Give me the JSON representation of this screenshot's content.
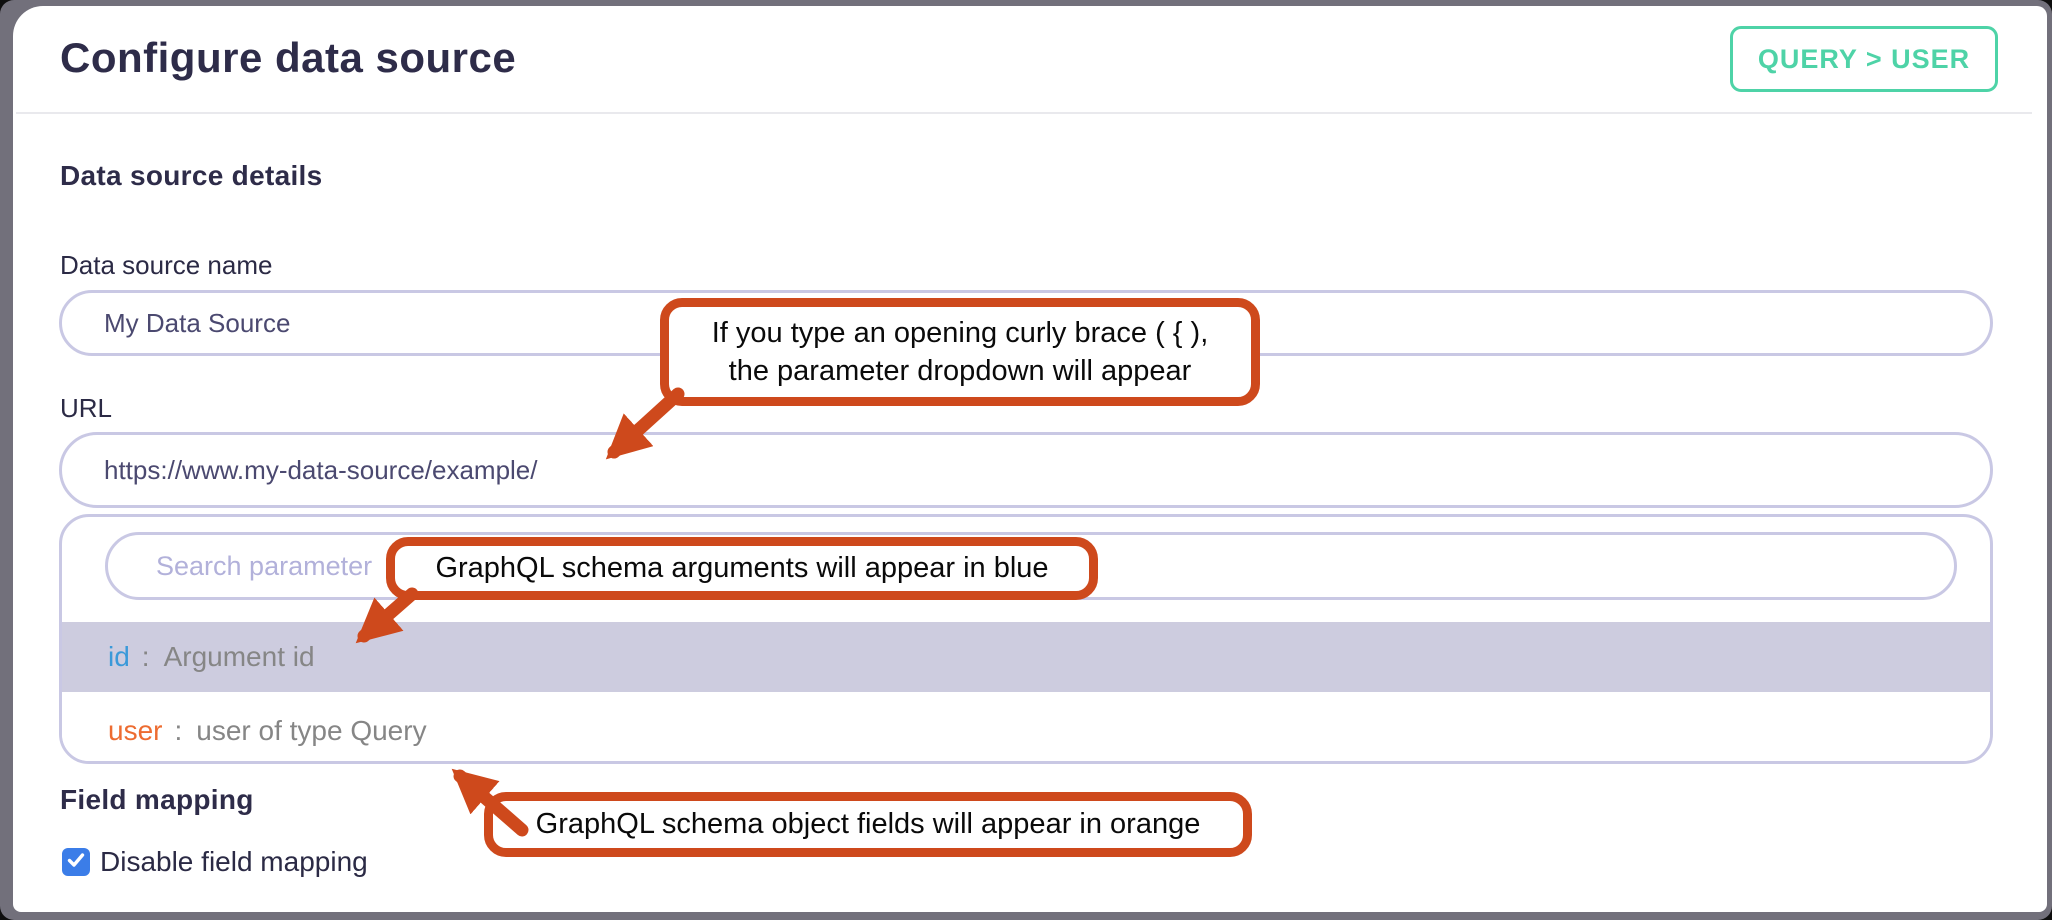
{
  "header": {
    "title": "Configure data source",
    "badge": "QUERY > USER"
  },
  "sections": {
    "details": "Data source details",
    "field_mapping": "Field mapping"
  },
  "fields": {
    "name": {
      "label": "Data source name",
      "value": "My Data Source"
    },
    "url": {
      "label": "URL",
      "value": "https://www.my-data-source/example/"
    }
  },
  "dropdown": {
    "search_placeholder": "Search parameter",
    "items": [
      {
        "name": "id",
        "separator": ":",
        "description": "Argument id",
        "color": "#3a99d9",
        "highlighted": true
      },
      {
        "name": "user",
        "separator": ":",
        "description": "user of type Query",
        "color": "#ed6c31",
        "highlighted": false
      }
    ]
  },
  "field_mapping": {
    "checkbox_label": "Disable field mapping",
    "checked": true
  },
  "callouts": {
    "curly_brace": {
      "line1": "If you type an opening curly brace ( { ),",
      "line2": "the parameter dropdown will appear"
    },
    "arguments_blue": {
      "text": "GraphQL schema arguments will appear in blue"
    },
    "fields_orange": {
      "text": "GraphQL schema object fields will appear in orange"
    }
  },
  "colors": {
    "accent_teal": "#4ed3a7",
    "annotation_orange": "#ce491c",
    "argument_blue": "#3a99d9",
    "object_field_orange": "#ed6c31",
    "input_border_lavender": "#c9c8e4",
    "highlight_row": "#cdccdf",
    "checkbox_blue": "#3b7de8",
    "title_navy": "#2e2c49"
  }
}
